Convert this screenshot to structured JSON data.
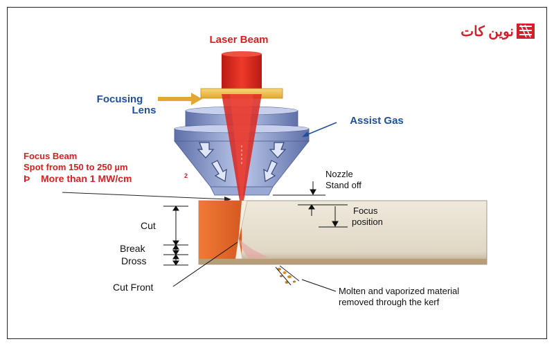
{
  "logo": {
    "text": "نوین کات"
  },
  "labels": {
    "laser_beam": "Laser Beam",
    "focusing_lens_1": "Focusing",
    "focusing_lens_2": "Lens",
    "assist_gas": "Assist Gas",
    "focus_beam_1": "Focus Beam",
    "focus_beam_2": "Spot from 150 to 250 µm",
    "focus_beam_3_prefix": "Þ",
    "focus_beam_3": "More than 1 MW/cm",
    "focus_beam_3_sup": "2",
    "nozzle_1": "Nozzle",
    "nozzle_2": "Stand off",
    "focus_position_1": "Focus",
    "focus_position_2": "position",
    "cut": "Cut",
    "break": "Break",
    "dross": "Dross",
    "cut_front": "Cut Front",
    "molten_1": "Molten and vaporized material",
    "molten_2": "removed through the kerf"
  },
  "colors": {
    "red_label": "#d62020",
    "blue_label": "#1f4f9c",
    "beam": "#d9261f",
    "lens": "#f3c14c",
    "nozzle": "#7d8fc4",
    "plate_face": "#e8e2d4",
    "cut_face": "#e3692b"
  }
}
